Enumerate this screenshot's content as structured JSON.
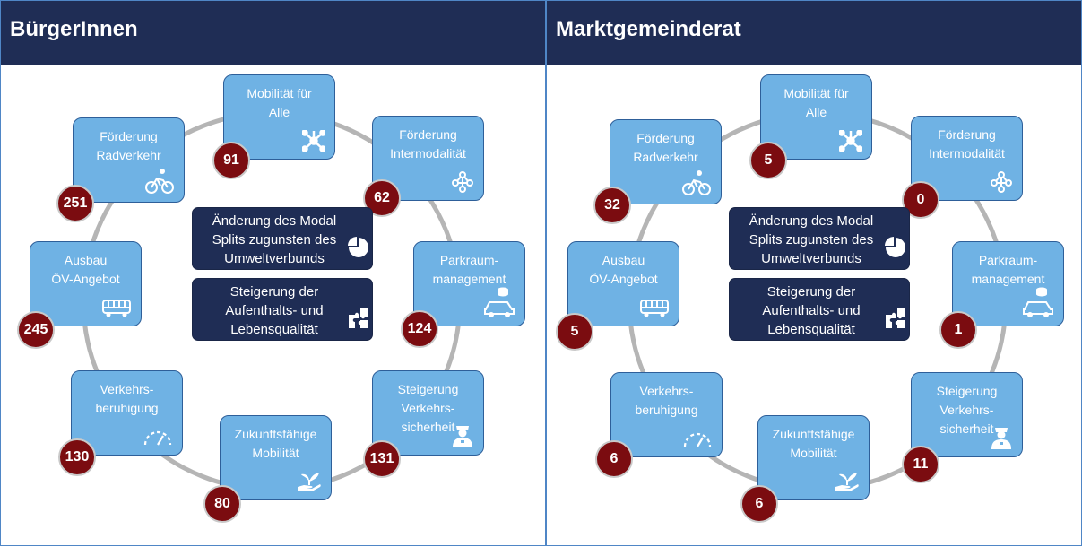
{
  "panels": [
    {
      "title": "BürgerInnen",
      "counts": {
        "mobilitaet_fuer_alle": "91",
        "foerderung_intermodalitaet": "62",
        "parkraummanagement": "124",
        "steigerung_verkehrssicherheit": "131",
        "zukunftsfaehige_mobilitaet": "80",
        "verkehrsberuhigung": "130",
        "ausbau_oev_angebot": "245",
        "foerderung_radverkehr": "251"
      }
    },
    {
      "title": "Marktgemeinderat",
      "counts": {
        "mobilitaet_fuer_alle": "5",
        "foerderung_intermodalitaet": "0",
        "parkraummanagement": "1",
        "steigerung_verkehrssicherheit": "11",
        "zukunftsfaehige_mobilitaet": "6",
        "verkehrsberuhigung": "6",
        "ausbau_oev_angebot": "5",
        "foerderung_radverkehr": "32"
      }
    }
  ],
  "measures": {
    "mobilitaet_fuer_alle": {
      "line1": "Mobilität für",
      "line2": "Alle",
      "icon": "network-icon"
    },
    "foerderung_intermodalitaet": {
      "line1": "Förderung",
      "line2": "Intermodalität",
      "icon": "nodes-icon"
    },
    "parkraummanagement": {
      "line1": "Parkraum-",
      "line2": "management",
      "icon": "car-coins-icon"
    },
    "steigerung_verkehrssicherheit": {
      "line1": "Steigerung",
      "line2": "Verkehrs-",
      "line3": "sicherheit",
      "icon": "police-officer-icon"
    },
    "zukunftsfaehige_mobilitaet": {
      "line1": "Zukunftsfähige",
      "line2": "Mobilität",
      "icon": "hand-plant-icon"
    },
    "verkehrsberuhigung": {
      "line1": "Verkehrs-",
      "line2": "beruhigung",
      "icon": "speedometer-icon"
    },
    "ausbau_oev_angebot": {
      "line1": "Ausbau",
      "line2": "ÖV-Angebot",
      "icon": "bus-icon"
    },
    "foerderung_radverkehr": {
      "line1": "Förderung",
      "line2": "Radverkehr",
      "icon": "cyclist-icon"
    }
  },
  "goals": {
    "modal_split": {
      "line1": "Änderung des Modal",
      "line2": "Splits zugunsten des",
      "line3": "Umweltverbunds",
      "icon": "pie-chart-icon"
    },
    "lebensqualitaet": {
      "line1": "Steigerung der",
      "line2": "Aufenthalts- und",
      "line3": "Lebensqualität",
      "icon": "puzzle-icon"
    }
  },
  "colors": {
    "header": "#1f2d55",
    "box": "#6fb2e4",
    "badge": "#7b0c10",
    "ring": "#b5b5b5"
  }
}
